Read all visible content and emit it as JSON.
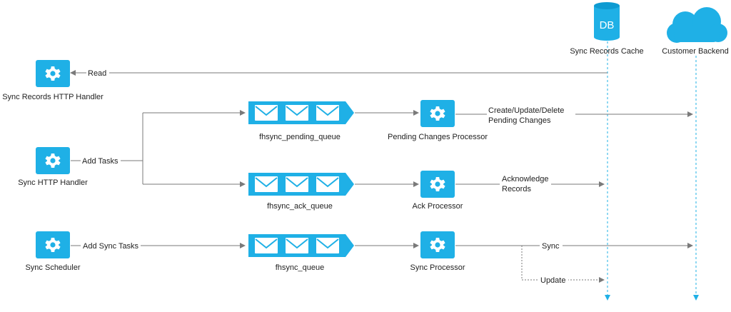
{
  "colors": {
    "accent": "#1fb0e6",
    "accent_dark": "#0e9bd2",
    "line": "#7a7a7a",
    "text": "#222222"
  },
  "nodes": {
    "db": {
      "label": "Sync Records Cache",
      "icon_text": "DB",
      "icon": "database-icon"
    },
    "cloud": {
      "label": "Customer Backend",
      "icon": "cloud-icon"
    },
    "records_http_handler": {
      "label": "Sync Records HTTP Handler",
      "icon": "gear-icon"
    },
    "sync_http_handler": {
      "label": "Sync HTTP Handler",
      "icon": "gear-icon"
    },
    "sync_scheduler": {
      "label": "Sync Scheduler",
      "icon": "gear-icon"
    },
    "pending_queue": {
      "label": "fhsync_pending_queue",
      "icon": "queue-icon"
    },
    "ack_queue": {
      "label": "fhsync_ack_queue",
      "icon": "queue-icon"
    },
    "sync_queue": {
      "label": "fhsync_queue",
      "icon": "queue-icon"
    },
    "pending_processor": {
      "label": "Pending Changes Processor",
      "icon": "gear-icon"
    },
    "ack_processor": {
      "label": "Ack Processor",
      "icon": "gear-icon"
    },
    "sync_processor": {
      "label": "Sync Processor",
      "icon": "gear-icon"
    }
  },
  "edges": {
    "read": "Read",
    "add_tasks": "Add Tasks",
    "add_sync_tasks": "Add Sync Tasks",
    "create_update_delete_1": "Create/Update/Delete",
    "create_update_delete_2": "Pending Changes",
    "acknowledge_1": "Acknowledge",
    "acknowledge_2": "Records",
    "sync": "Sync",
    "update": "Update"
  }
}
